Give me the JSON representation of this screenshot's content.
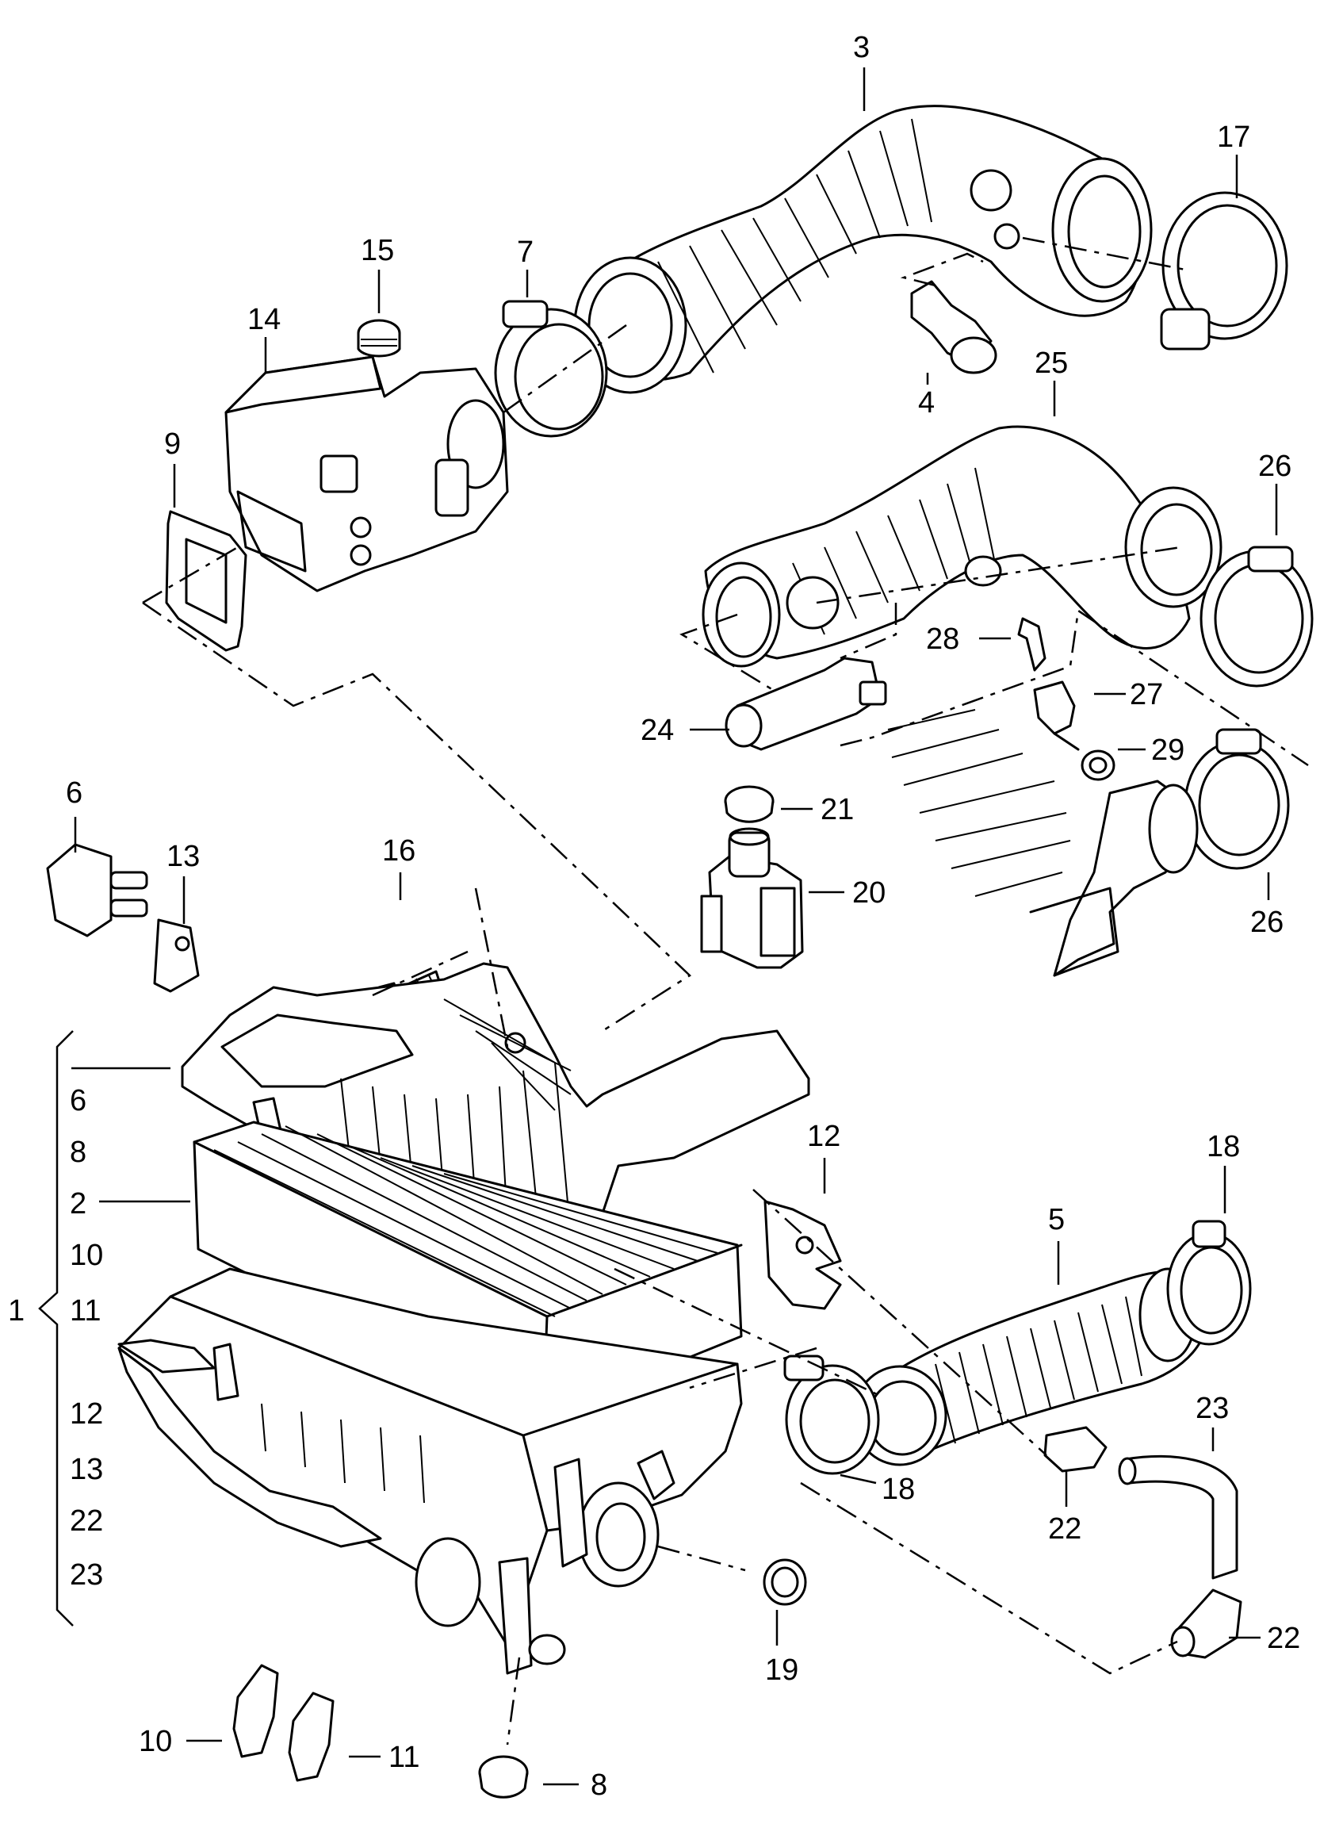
{
  "callouts": {
    "c1": "1",
    "c2": "2",
    "c3": "3",
    "c4": "4",
    "c5": "5",
    "c6": "6",
    "c7": "7",
    "c8": "8",
    "c9": "9",
    "c10": "10",
    "c11": "11",
    "c12": "12",
    "c13": "13",
    "c14": "14",
    "c15": "15",
    "c16": "16",
    "c17": "17",
    "c18": "18",
    "c19": "19",
    "c20": "20",
    "c21": "21",
    "c22": "22",
    "c23": "23",
    "c24": "24",
    "c25": "25",
    "c26": "26",
    "c27": "27",
    "c28": "28",
    "c29": "29"
  },
  "assembly_list": [
    "6",
    "8",
    "2",
    "10",
    "11",
    "12",
    "13",
    "22",
    "23"
  ]
}
